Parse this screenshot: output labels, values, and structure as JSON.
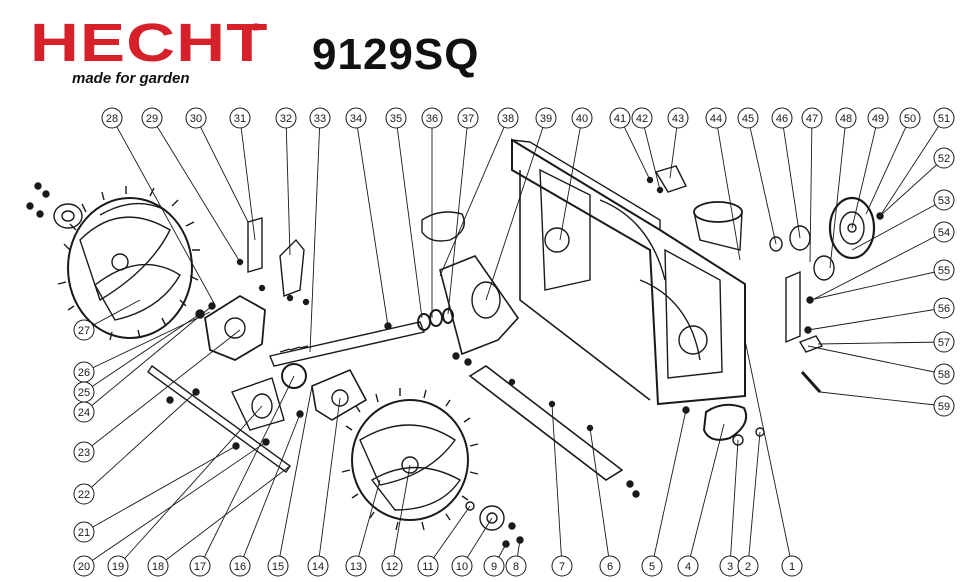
{
  "brand": {
    "logo_text": "HECHT",
    "registered_mark": "®",
    "slogan": "made for garden",
    "brand_color": "#d6202a"
  },
  "model": "9129SQ",
  "callouts_top": [
    "28",
    "29",
    "30",
    "31",
    "32",
    "33",
    "34",
    "35",
    "36",
    "37",
    "38",
    "39",
    "40",
    "41",
    "42",
    "43",
    "44",
    "45",
    "46",
    "47",
    "48",
    "49",
    "50",
    "51"
  ],
  "callouts_right": [
    "52",
    "53",
    "54",
    "55",
    "56",
    "57",
    "58",
    "59"
  ],
  "callouts_left": [
    "27",
    "26",
    "25",
    "24",
    "23",
    "22",
    "21"
  ],
  "callouts_bottom": [
    "20",
    "19",
    "18",
    "17",
    "16",
    "15",
    "14",
    "13",
    "12",
    "11",
    "10",
    "9",
    "8",
    "7",
    "6",
    "5",
    "4",
    "3",
    "2",
    "1"
  ],
  "line_color": "#1a1a1a"
}
